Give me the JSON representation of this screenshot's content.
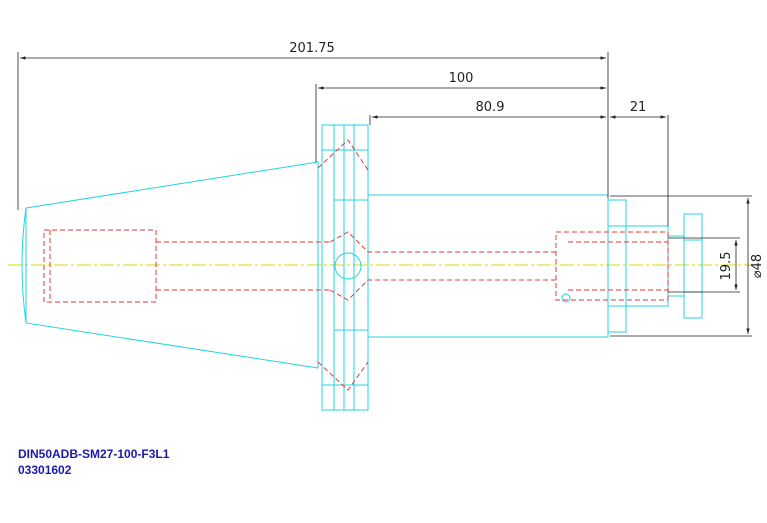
{
  "drawing": {
    "colors": {
      "outline": "#22d4e0",
      "hidden": "#e23a3a",
      "centerline": "#d8d800",
      "dimension": "#222222",
      "caption": "#1a1aa8"
    },
    "dimensions": {
      "overall_length": "201.75",
      "gauge_length": "100",
      "body_length": "80.9",
      "extension_length": "21",
      "inner_diameter": "19.5",
      "outer_diameter": "⌀48"
    }
  },
  "caption": {
    "part_number": "DIN50ADB-SM27-100-F3L1",
    "order_number": "03301602"
  }
}
